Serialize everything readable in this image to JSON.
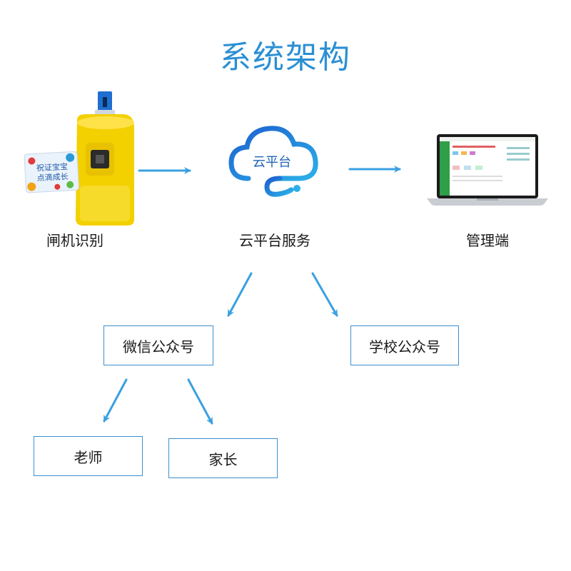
{
  "title": "系统架构",
  "nodes": {
    "gate": {
      "label": "闸机识别",
      "card_text": [
        "祝证宝宝",
        "点滴成长"
      ]
    },
    "cloud": {
      "label": "云平台服务",
      "cloud_text": "云平台"
    },
    "admin": {
      "label": "管理端"
    }
  },
  "boxes": {
    "wechat": "微信公众号",
    "school": "学校公众号",
    "teacher": "老师",
    "parent": "家长"
  },
  "colors": {
    "title": "#2a8fd4",
    "arrow": "#3aa0e0",
    "box_border": "#3b8fd0",
    "gate_yellow": "#f3d000"
  }
}
